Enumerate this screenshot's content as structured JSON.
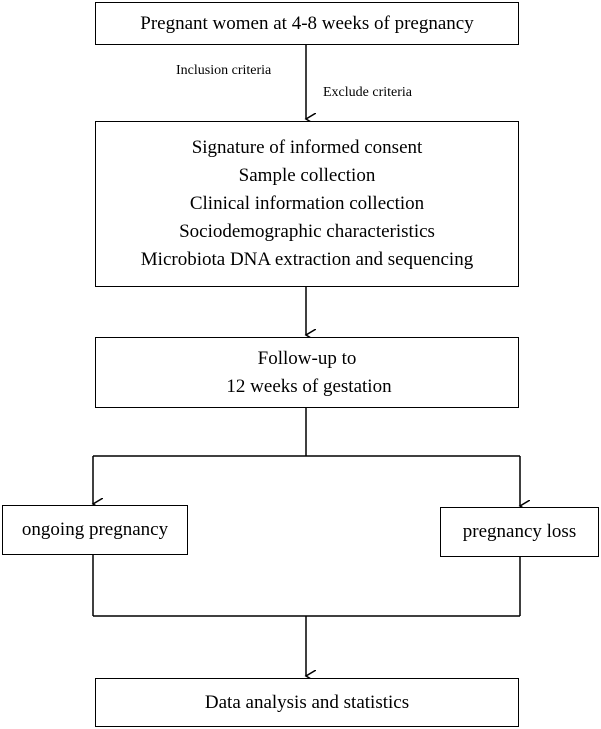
{
  "boxes": {
    "start": {
      "lines": [
        "Pregnant women at 4-8 weeks of pregnancy"
      ]
    },
    "enroll": {
      "lines": [
        "Signature of informed consent",
        "Sample collection",
        "Clinical information collection",
        "Sociodemographic characteristics",
        "Microbiota DNA extraction and sequencing"
      ]
    },
    "followup": {
      "lines": [
        "Follow-up to",
        "12 weeks of gestation"
      ]
    },
    "ongoing": {
      "lines": [
        "ongoing pregnancy"
      ]
    },
    "loss": {
      "lines": [
        "pregnancy loss"
      ]
    },
    "analysis": {
      "lines": [
        "Data analysis and statistics"
      ]
    }
  },
  "labels": {
    "inclusion": "Inclusion criteria",
    "exclusion": "Exclude criteria"
  }
}
